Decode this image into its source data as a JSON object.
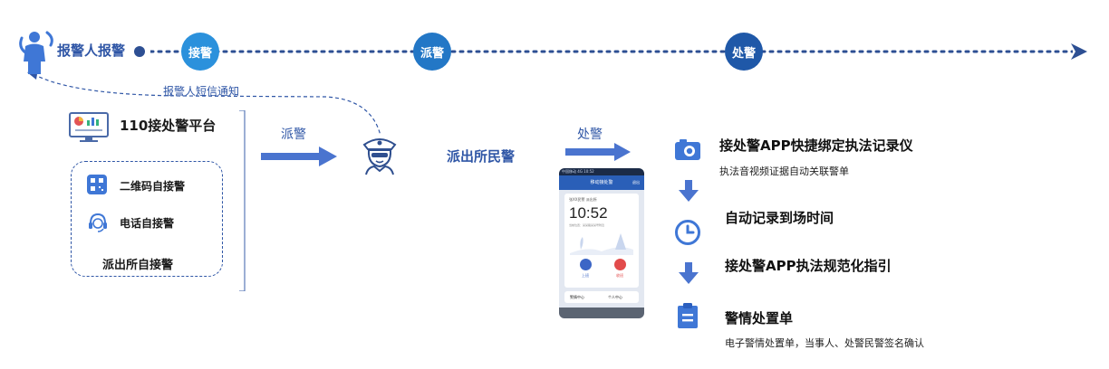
{
  "timeline": {
    "reporter_label": "报警人报警",
    "stages": {
      "receive": "接警",
      "dispatch": "派警",
      "handle": "处警"
    },
    "sms_label": "报警人短信通知"
  },
  "left": {
    "platform_label": "110接处警平台",
    "self_receive": {
      "qr_label": "二维码自接警",
      "phone_label": "电话自接警",
      "station_label": "派出所自接警"
    }
  },
  "middle": {
    "dispatch_label": "派警",
    "officer_label": "派出所民警",
    "handle_label": "处警"
  },
  "phone_screen": {
    "status_text": "中国移动  4G  10:52",
    "header_title": "移动接处警",
    "header_back": "退出",
    "user_text": "张XX民警  派出所",
    "clock": "10:52",
    "place_text": "当前位置：某某路某某号附近",
    "on_label": "上班",
    "off_label": "收班",
    "nav_left": "警情中心",
    "nav_right": "个人中心"
  },
  "right": {
    "step1_title": "接处警APP快捷绑定执法记录仪",
    "step1_sub": "执法音视频证据自动关联警单",
    "step2_title": "自动记录到场时间",
    "step3_title": "接处警APP执法规范化指引",
    "step4_title": "警情处置单",
    "step4_sub": "电子警情处置单，当事人、处警民警签名确认"
  },
  "colors": {
    "primary_blue": "#2f56a6",
    "stage_receive": "#2b91dc",
    "stage_dispatch": "#2377c6",
    "stage_handle": "#1f58a8",
    "arrow_blue": "#4a74cf",
    "icon_blue": "#3f77d6"
  },
  "icons": {
    "reporter": "caller-person-icon",
    "platform": "monitor-dashboard-icon",
    "qr": "qr-code-icon",
    "phone": "headset-icon",
    "police": "police-officer-icon",
    "camera": "camera-icon",
    "clock": "clock-icon",
    "clipboard": "clipboard-icon"
  }
}
